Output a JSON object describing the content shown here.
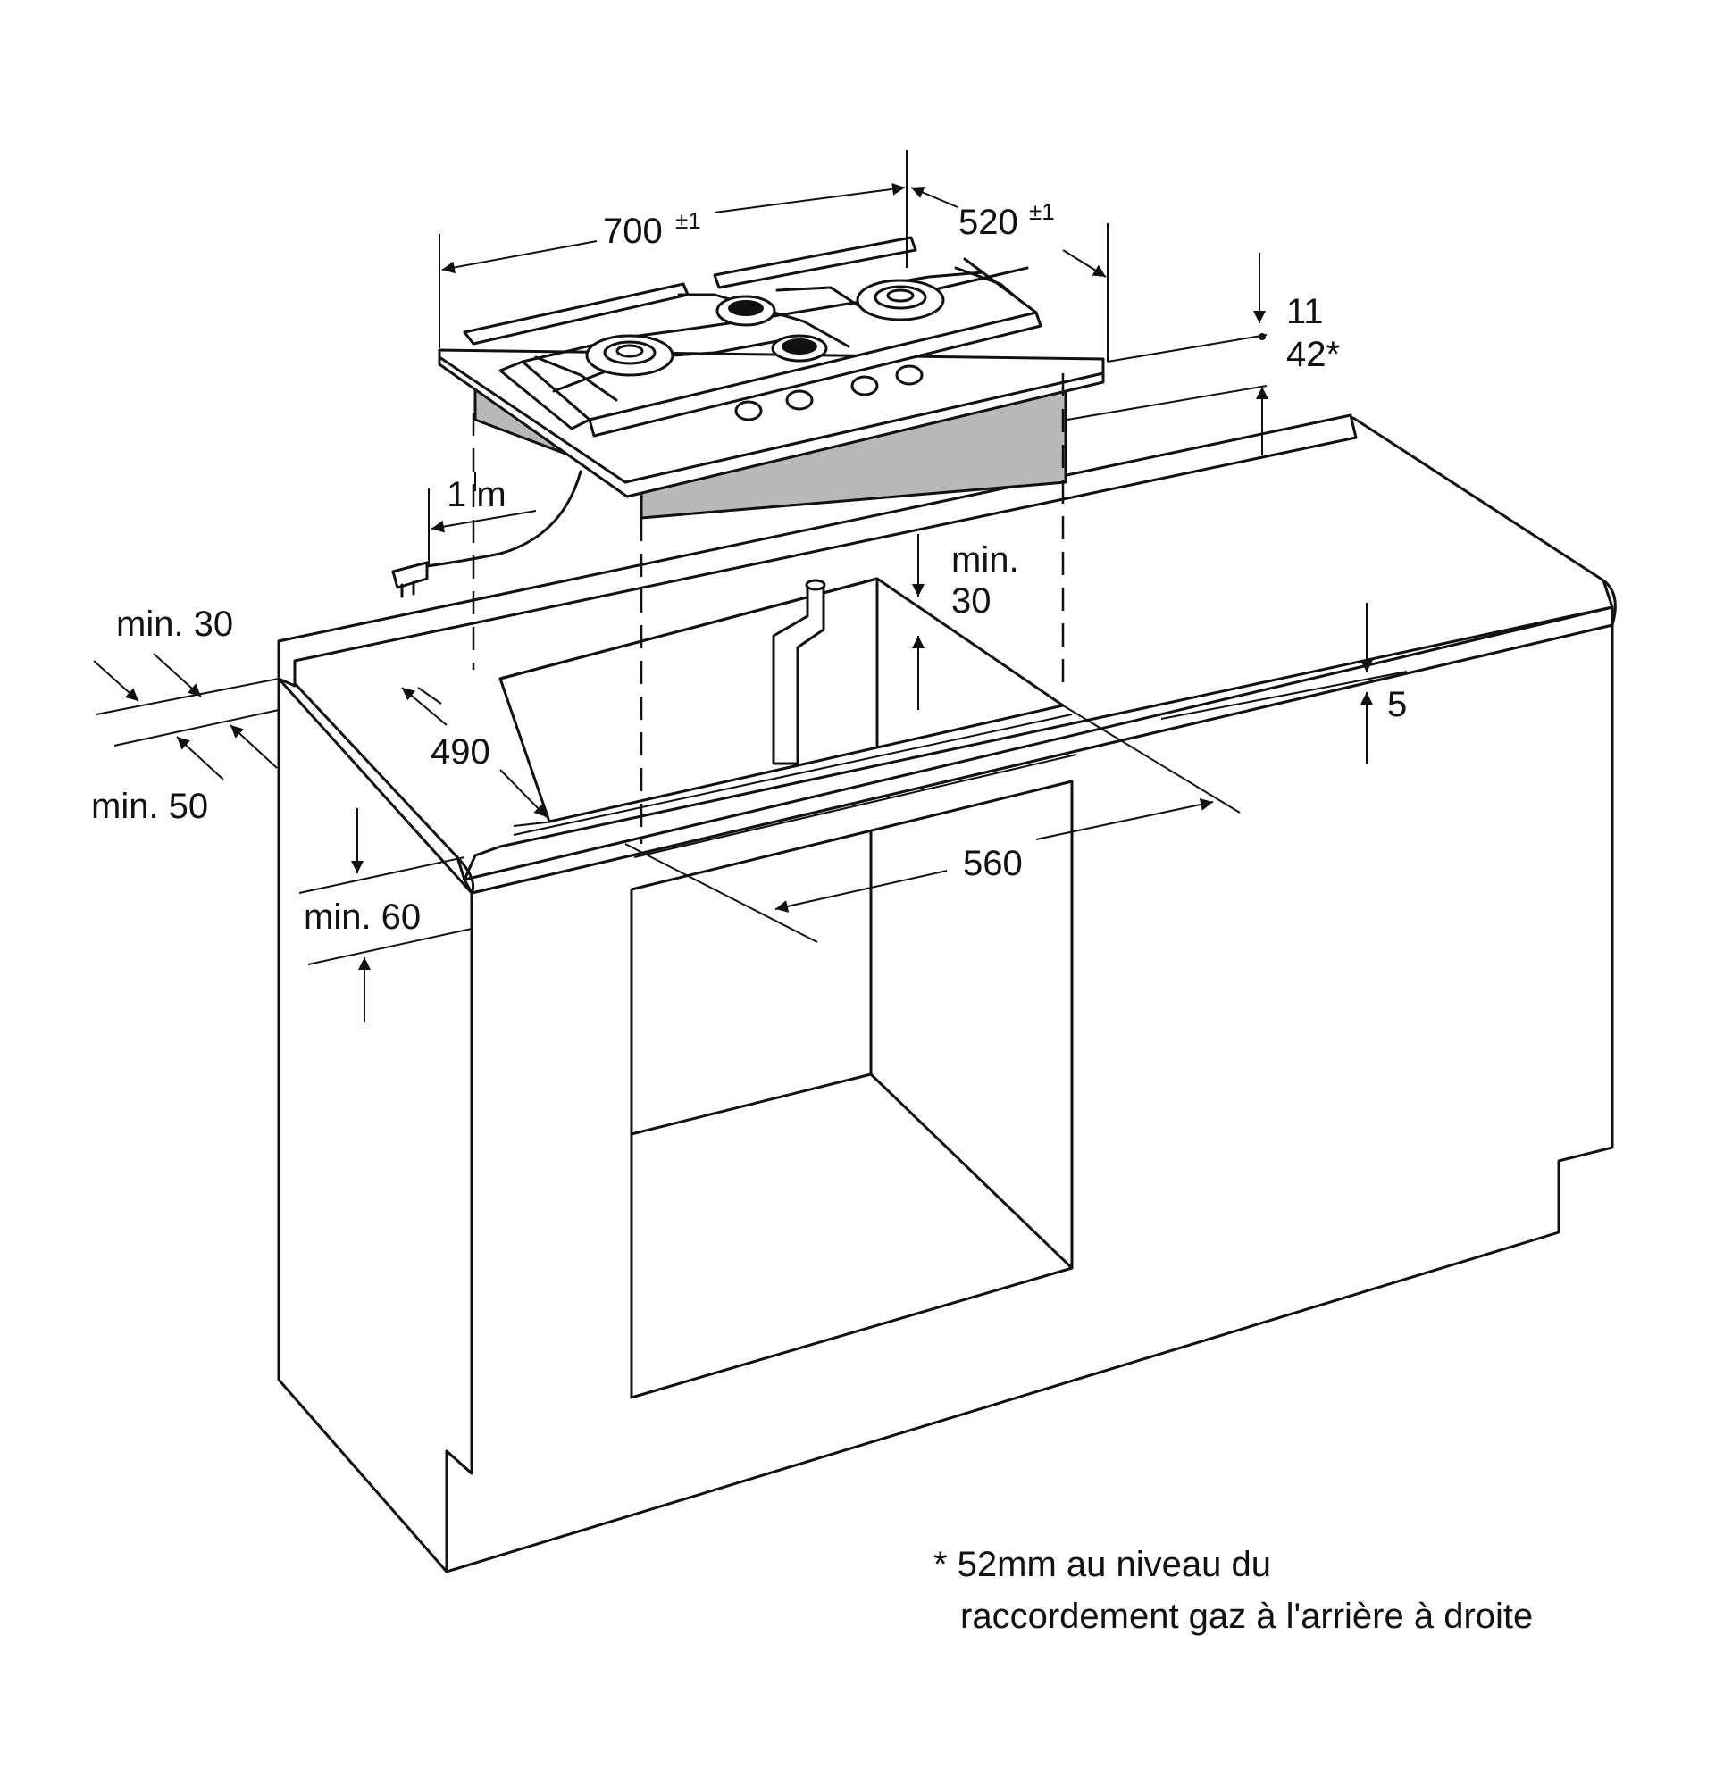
{
  "dimensions": {
    "width_700": {
      "value": "700",
      "tolerance": "±1"
    },
    "depth_520": {
      "value": "520",
      "tolerance": "±1"
    },
    "height_11": "11",
    "height_42": "42*",
    "cable_length": "1 m",
    "rear_gap": {
      "line1": "min.",
      "line2": "30"
    },
    "left_min30": "min. 30",
    "left_min50": "min. 50",
    "cutout_490": "490",
    "cutout_560": "560",
    "thickness_5": "5",
    "below_min60": "min. 60"
  },
  "footnote": {
    "line1": "* 52mm au niveau du",
    "line2": "raccordement gaz à l'arrière à droite"
  }
}
